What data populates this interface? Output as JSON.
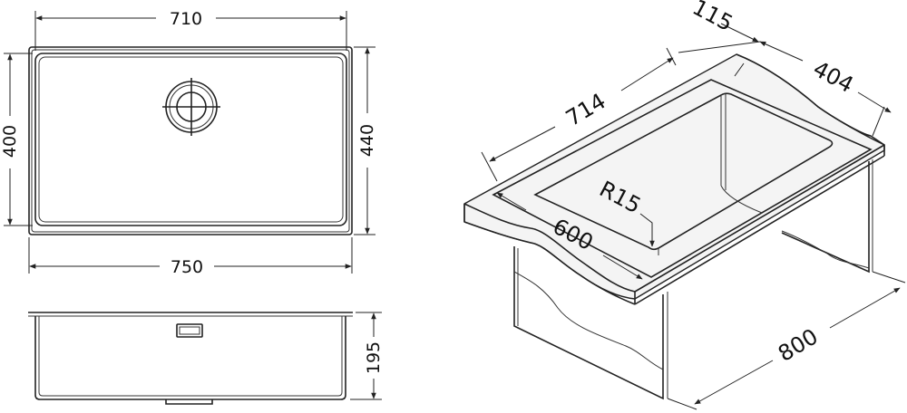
{
  "top_view": {
    "width_inner": "710",
    "height_inner": "400",
    "height_outer": "440",
    "width_outer": "750"
  },
  "side_view": {
    "depth": "195"
  },
  "perspective_view": {
    "length_top": "714",
    "flange": "115",
    "width_top": "404",
    "corner_radius": "R15",
    "cabinet_inner": "600",
    "cabinet_width": "800"
  }
}
